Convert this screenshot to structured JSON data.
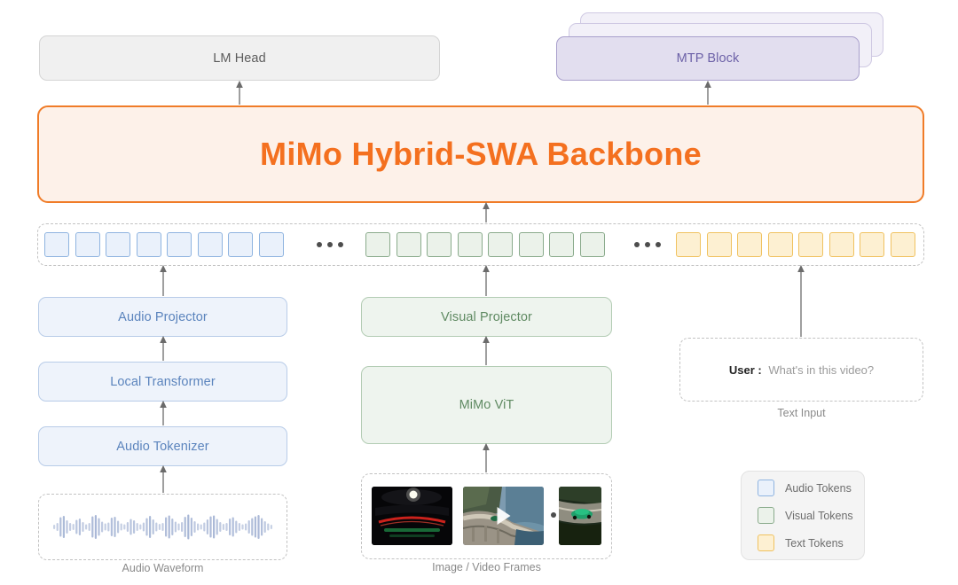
{
  "diagram": {
    "title": "MiMo Hybrid-SWA Backbone",
    "heads": {
      "lm_head": "LM Head",
      "mtp_block": "MTP Block"
    },
    "token_row": {
      "audio_token_count": 8,
      "visual_token_count": 8,
      "text_token_count": 8,
      "ellipsis": "•••"
    },
    "audio_branch": {
      "projector": "Audio Projector",
      "transformer": "Local Transformer",
      "tokenizer": "Audio Tokenizer",
      "input_caption": "Audio Waveform"
    },
    "visual_branch": {
      "projector": "Visual Projector",
      "encoder": "MiMo ViT",
      "input_caption": "Image / Video Frames",
      "frame_ellipsis": "•••"
    },
    "text_branch": {
      "role_label": "User :",
      "prompt": "What's in this video?",
      "input_caption": "Text Input"
    },
    "legend": {
      "items": [
        {
          "label": "Audio Tokens",
          "fill": "#eaf1fb",
          "stroke": "#8fb4e0"
        },
        {
          "label": "Visual Tokens",
          "fill": "#ebf2ea",
          "stroke": "#8aab8c"
        },
        {
          "label": "Text Tokens",
          "fill": "#fdf0d2",
          "stroke": "#f0c260"
        }
      ]
    },
    "colors": {
      "backbone_accent": "#f4701f",
      "backbone_fill": "#fdf1e9",
      "mtp_accent": "#6d62a8",
      "mtp_fill": "#e2deef",
      "audio_accent": "#5b84bd",
      "visual_accent": "#5f8a62",
      "text_accent": "#f0c260",
      "arrow": "#6b6b6b",
      "muted_text": "#8a8a8a"
    }
  }
}
